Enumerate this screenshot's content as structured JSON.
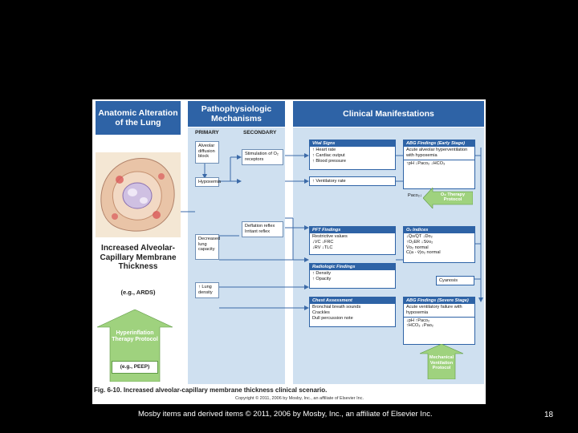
{
  "columns": {
    "anatomic": "Anatomic Alteration of the Lung",
    "patho": "Pathophysiologic Mechanisms",
    "clinical": "Clinical Manifestations"
  },
  "subheads": {
    "primary": "PRIMARY",
    "secondary": "SECONDARY"
  },
  "primary": {
    "alveolar_block": "Alveolar diffusion block",
    "hypoxemia": "Hypoxemia",
    "decreased_capacity": "Decreased lung capacity",
    "lung_density": "↑ Lung density"
  },
  "secondary": {
    "stimulation": "Stimulation of O₂ receptors",
    "deflation": "Deflation reflex Irritant reflex"
  },
  "vital": {
    "title": "Vital Signs",
    "lines": [
      "↑ Heart rate",
      "↑ Cardiac output",
      "↑ Blood pressure"
    ],
    "vent": "↑ Ventilatory rate"
  },
  "abg_early": {
    "title": "ABG Findings (Early Stage)",
    "desc": "Acute alveolar hyperventilation with hypoxemia",
    "row": "↑pH ↓Paco₂ ↓HCO₃",
    "pao2": "Paco₂↓"
  },
  "o2_therapy": "O₂ Therapy Protocol",
  "pft": {
    "title": "PFT Findings",
    "lines": [
      "Restrictive values",
      "↓VC    ↓FRC",
      "↓RV    ↓TLC"
    ]
  },
  "o2_indices": {
    "title": "O₂ Indices",
    "lines": [
      "↓Q̇s/Q̇T  ↓Do₂",
      "↑O₂ER  ↓Sv̄o₂",
      "V̇o₂ normal",
      "C(a - v̄)o₂ normal"
    ]
  },
  "radiologic": {
    "title": "Radiologic Findings",
    "lines": [
      "↑ Density",
      "↑ Opacity"
    ]
  },
  "cyanosis": "Cyanosis",
  "chest": {
    "title": "Chest Assessment",
    "lines": [
      "Bronchial breath sounds",
      "Crackles",
      "Dull percussion note"
    ]
  },
  "abg_severe": {
    "title": "ABG Findings (Severe Stage)",
    "desc": "Acute ventilatory failure with hypoxemia",
    "rows": [
      "↓pH    ↑Paco₂",
      "↑HCO₃  ↓Pao₂"
    ]
  },
  "mech_vent": "Mechanical Ventilation Protocol",
  "left": {
    "title": "Increased Alveolar-Capillary Membrane Thickness",
    "eg": "(e.g., ARDS)",
    "protocol": "Hyperinflation Therapy Protocol",
    "peep": "(e.g., PEEP)"
  },
  "caption": "Fig. 6-10. Increased alveolar-capillary membrane thickness clinical scenario.",
  "copyright": "Copyright © 2011, 2006 by Mosby, Inc., an affiliate of Elsevier Inc.",
  "footer": "Mosby items and derived items © 2011, 2006 by Mosby, Inc., an affiliate of Elsevier Inc.",
  "page_number": "18",
  "colors": {
    "header_blue": "#2e63a6",
    "panel_blue": "#cfe0f0",
    "arrow_green": "#9fd27e",
    "line_blue": "#3b6aa8"
  }
}
